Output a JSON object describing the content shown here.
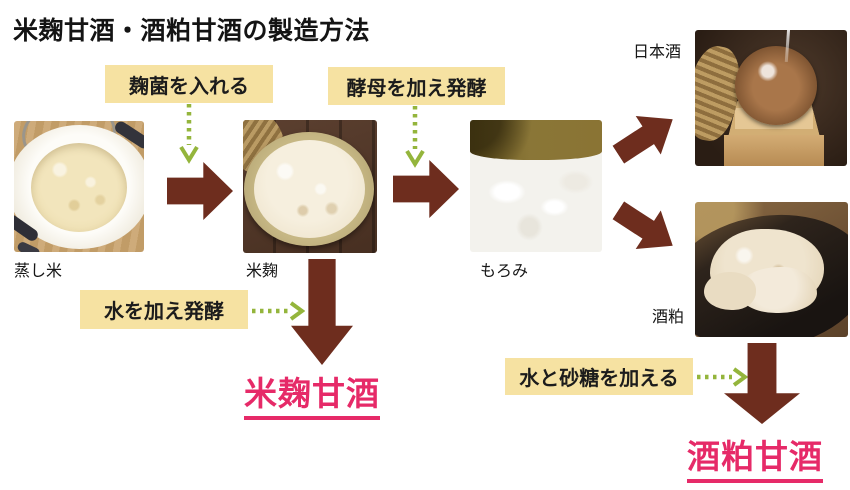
{
  "title": "米麹甘酒・酒粕甘酒の製造方法",
  "steps": {
    "add_koji": "麹菌を入れる",
    "add_yeast": "酵母を加え発酵",
    "add_water": "水を加え発酵",
    "add_water_sugar": "水と砂糖を加える"
  },
  "nodes": {
    "steamed_rice": "蒸し米",
    "rice_koji": "米麹",
    "moromi": "もろみ",
    "sake": "日本酒",
    "sake_lees": "酒粕"
  },
  "results": {
    "koji_amazake": "米麹甘酒",
    "kasu_amazake": "酒粕甘酒"
  },
  "colors": {
    "step_box_bg": "#F6E2A2",
    "flow_arrow_brown": "#6E2D1E",
    "dotted_arrow_green": "#94B53C",
    "result_text_pink": "#E62A68"
  }
}
